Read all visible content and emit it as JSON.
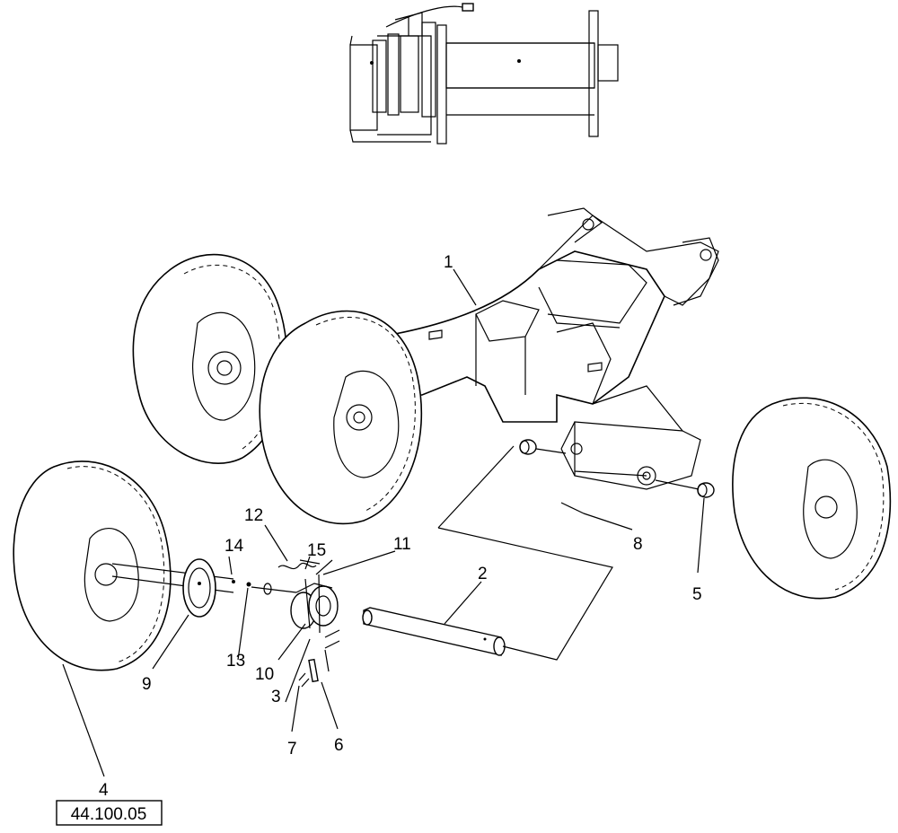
{
  "callouts": {
    "c1": "1",
    "c2": "2",
    "c3": "3",
    "c4": "4",
    "c5": "5",
    "c6": "6",
    "c7": "7",
    "c8": "8",
    "c9": "9",
    "c10": "10",
    "c11": "11",
    "c12": "12",
    "c13": "13",
    "c14": "14",
    "c15": "15"
  },
  "reference_box": {
    "label": "44.100.05"
  }
}
